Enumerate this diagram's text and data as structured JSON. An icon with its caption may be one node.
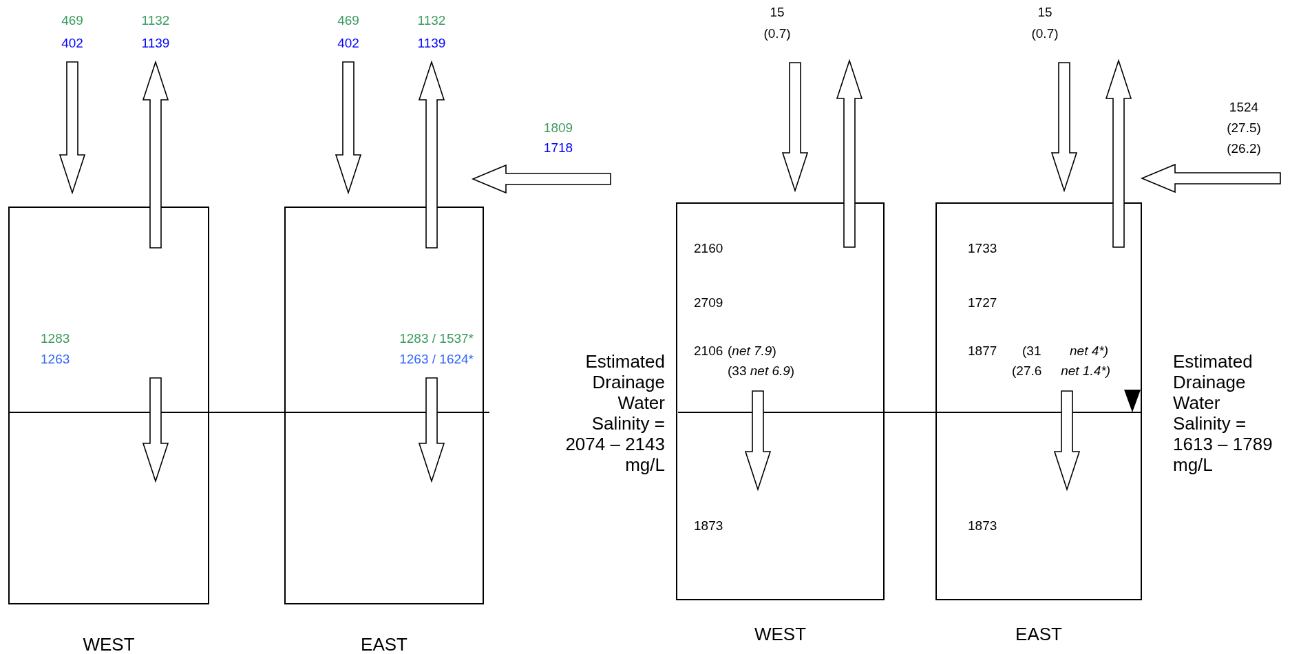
{
  "diagram": {
    "nodes": [
      {
        "text": [
          "1283",
          "1263"
        ],
        "beside": [
          "WEST"
        ]
      },
      {
        "text": [
          "1283 / 1537*",
          "1263 / 1624*"
        ],
        "beside": [
          "EAST"
        ]
      },
      {
        "text": [
          "2160",
          "2709",
          "2106",
          "(*net 7.9*)",
          "(33 *net 6.9*)",
          "1873"
        ],
        "beside": [
          "WEST"
        ]
      },
      {
        "text": [
          "1733",
          "1727",
          "1877",
          "(31",
          "net 4*)",
          "(27.6",
          "net 1.4*)",
          "1873"
        ],
        "beside": [
          "EAST"
        ]
      }
    ],
    "labels": [
      "469",
      "402",
      "1132",
      "1139",
      "469",
      "402",
      "1132",
      "1139",
      "15",
      "(0.7)",
      "15",
      "(0.7)",
      "1809",
      "1718",
      "1524",
      "(27.5)",
      "(26.2)",
      "Estimated Drainage Water Salinity = 2074 – 2143 mg/L",
      "Estimated Drainage Water Salinity = 1613 – 1789 mg/L"
    ]
  }
}
